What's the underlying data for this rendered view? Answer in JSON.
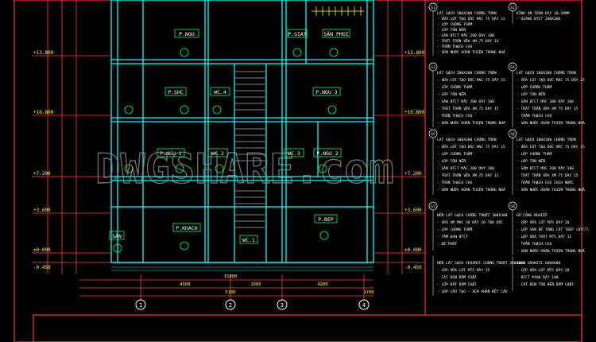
{
  "rooms": [
    {
      "id": "p-ngu-top",
      "label": "P.NGU"
    },
    {
      "id": "p-giat",
      "label": "P.GIAT"
    },
    {
      "id": "san-phoi",
      "label": "SÂN PHOI"
    },
    {
      "id": "p-sinh-hoat",
      "label": "P.SHC"
    },
    {
      "id": "wc-4",
      "label": "WC.4"
    },
    {
      "id": "p-ngu-3",
      "label": "P.NGU 3"
    },
    {
      "id": "p-ngu-1",
      "label": "P.NGU 1"
    },
    {
      "id": "wc-2",
      "label": "WC.2"
    },
    {
      "id": "wc-3",
      "label": "WC.3"
    },
    {
      "id": "p-ngu-2",
      "label": "P.NGU 2"
    },
    {
      "id": "p-khach",
      "label": "P.KHACH"
    },
    {
      "id": "p-bep",
      "label": "P.BEP"
    },
    {
      "id": "san",
      "label": "SÂN"
    },
    {
      "id": "wc-1",
      "label": "WC.1"
    }
  ],
  "level_marks_left": [
    "+13.800",
    "+10.800",
    "+7.200",
    "+3.600",
    "±0.000",
    "-0.450"
  ],
  "level_marks_right": [
    "+13.800",
    "+10.800",
    "+7.200",
    "+3.600",
    "±0.000",
    "-0.450"
  ],
  "dim_bottom_total": "15000",
  "dim_bottom_segments": [
    "4500",
    "5100",
    "1500",
    "4200",
    "1700"
  ],
  "axes_bottom": [
    "1",
    "2",
    "3",
    "4"
  ],
  "watermark": "DWGSHARE.com",
  "notes": {
    "block1": {
      "col1": [
        "LÁT GẠCH 300X300 CHỐNG TRƠN",
        "- VỮA LÓT TẠO DỐC MÁC 75 DÀY 15",
        "- LỚP CHỐNG THẤM",
        "- LỚP TÔN NỀN",
        "- SÀN BTCT MÁC 200 DÀY 100",
        "- TRÁT TRẦN VỮA XM 75 DÀY 15",
        "- TRẦN THẠCH CAO",
        "- SƠN NƯỚC HOÀN THIỆN TRONG NHÀ"
      ],
      "col2": [
        "KÍNH AN TOÀN DÀY 10,38MM",
        "- GIẰNG BTCT 200X200"
      ]
    },
    "block2": {
      "col1": [
        "LÁT GẠCH 300X300 CHỐNG TRƠN",
        "- VỮA LÓT TẠO DỐC MÁC 75 DÀY 15",
        "- LỚP CHỐNG THẤM",
        "- LỚP TÔN NỀN",
        "- SÀN BTCT MÁC 200 DÀY 100",
        "- TRÁT TRẦN VỮA XM 75 DÀY 15",
        "- TRẦN THẠCH CAO",
        "- SƠN NƯỚC HOÀN THIỆN TRONG NHÀ"
      ],
      "col2": [
        "LÁT GẠCH 300X300 CHỐNG TRƠN",
        "- VỮA LÓT TẠO DỐC MÁC 75 DÀY 15",
        "- LỚP CHỐNG THẤM",
        "- LỚP TÔN NỀN",
        "- SÀN BTCT MÁC 200 DÀY 100",
        "- TRÁT TRẦN VỮA XM 75 DÀY 15",
        "- TRẦN THẠCH CAO",
        "- SƠN NƯỚC HOÀN THIỆN TRONG NHÀ"
      ]
    },
    "block3": {
      "col1": [
        "LÁT GẠCH 300X300 CHỐNG TRƠN",
        "- VỮA LÓT TẠO DỐC MÁC 75 DÀY 15",
        "- LỚP CHỐNG THẤM",
        "- LỚP TÔN NỀN",
        "- SÀN BTCT MÁC 200 DÀY 100",
        "- TRÁT TRẦN VỮA XM 75 DÀY 15",
        "- TRẦN THẠCH CAO",
        "- SƠN NƯỚC HOÀN THIỆN TRONG NHÀ"
      ],
      "col2": [
        "LÁT GẠCH 300X300 CHỐNG TRƠN",
        "- VỮA LÓT TẠO DỐC MÁC 75 DÀY 15",
        "- LỚP CHỐNG THẤM",
        "- LỚP TÔN NỀN",
        "- SÀN BTCT MÁC 200 DÀY 100",
        "- TRÁT TRẦN VỮA XM 75 DÀY 15",
        "- TRẦN THẠCH CAO CHỊU NƯỚC",
        "- SƠN NƯỚC HOÀN THIỆN TRONG NHÀ"
      ]
    },
    "block4": {
      "col1": [
        "NỀN LÁT GẠCH CHỐNG TRƯỢT 300X300",
        "- VỮA XM MÁC 50 DÀY 20 TẠO DỐC",
        "- LỚP CHỐNG THẤM",
        "- TẤM ĐAN BTCT",
        "- ĐỂ PHỐT"
      ],
      "col2": [
        "GỖ CÔNG NGHIỆP",
        "- LỚP VỮA LÓT M75 DÀY 20",
        "- LỚP SÀN BÊ TÔNG CỐT THÉP (BTCT)",
        "- LỚP VỮA TRÁT M75 DÀY 15",
        "- TRẦN THẠCH CAO",
        "- SƠN NƯỚC HOÀN THIỆN TRONG NHÀ"
      ]
    },
    "block5": {
      "col1": [
        "NỀN LÁT GẠCH CERAMIC CHỐNG TRƯỢT 300X300",
        "- LỚP VỮA LÓT M75 DÀY 15",
        "- CÁT ĐEN ĐẦM CHẶT",
        "- LỚP ĐẤT ĐẦM CHẶT",
        "- LỚP CẤU TẠO - XEM PHẦN KẾT CẤU"
      ],
      "col2": [
        "GẠCH GRANITE 600X600",
        "- LỚP VỮA LÓT M75 DÀY 20",
        "- BTCT #100 DÀY 100",
        "- CÁT ĐEN TÔN NỀN ĐẦM CHẶT"
      ]
    }
  },
  "tags": [
    "S1",
    "S2",
    "S3",
    "S4",
    "S5",
    "S6",
    "S7",
    "S8"
  ],
  "colors": {
    "wall": "#00ffff",
    "dim": "#ff3b3b",
    "frame": "#ff3030",
    "label": "#00ff66",
    "note": "#ffffff",
    "yellow": "#ffff00"
  }
}
